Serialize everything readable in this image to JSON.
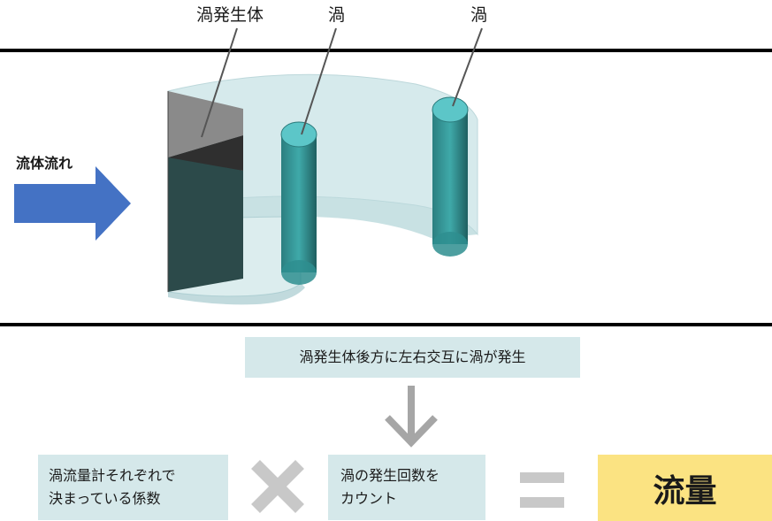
{
  "labels": {
    "vortex_generator": "渦発生体",
    "vortex_1": "渦",
    "vortex_2": "渦",
    "fluid_flow": "流体流れ"
  },
  "caption": "渦発生体後方に左右交互に渦が発生",
  "formula": {
    "coefficient": "渦流量計それぞれで\n決まっている係数",
    "vortex_count": "渦の発生回数を\nカウント",
    "result": "流量"
  },
  "colors": {
    "arrow_blue": "#4472c4",
    "box_bg": "#d5e8ea",
    "result_bg": "#fbe382",
    "vortex_teal": "#3aa3a3",
    "operator_gray": "#c8c8c8"
  }
}
